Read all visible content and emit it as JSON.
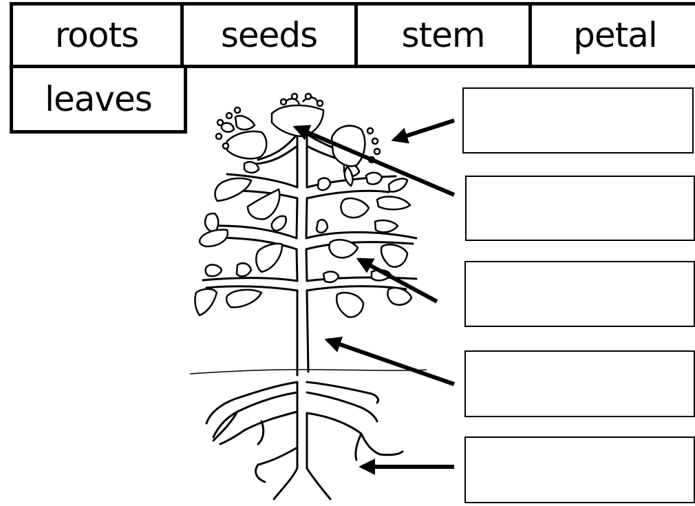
{
  "word_bank": [
    "roots",
    "seeds",
    "stem",
    "petal",
    "leaves"
  ],
  "answer_boxes": [
    "",
    "",
    "",
    "",
    ""
  ]
}
